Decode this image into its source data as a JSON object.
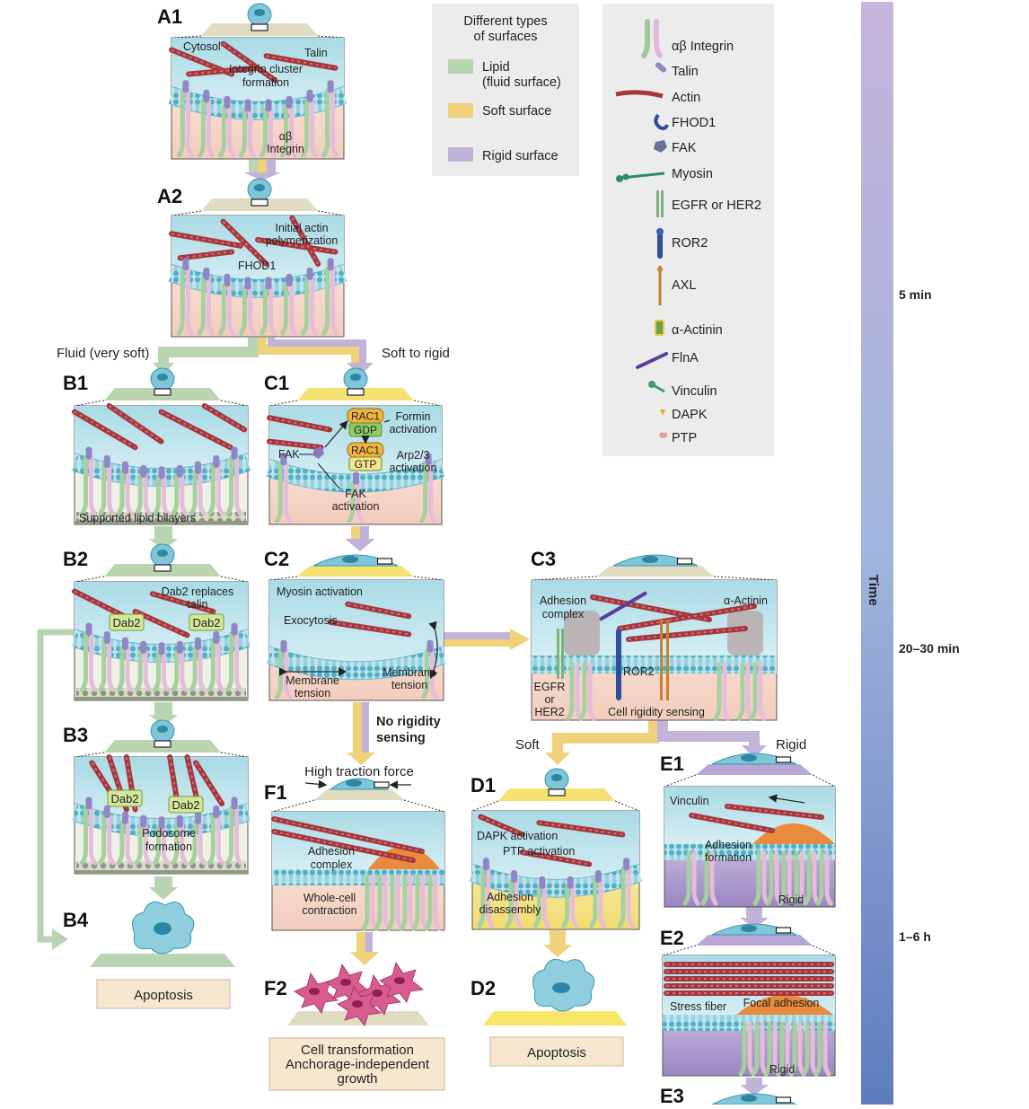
{
  "panels": {
    "a1": "A1",
    "a2": "A2",
    "b1": "B1",
    "b2": "B2",
    "b3": "B3",
    "b4": "B4",
    "c1": "C1",
    "c2": "C2",
    "c3": "C3",
    "d1": "D1",
    "d2": "D2",
    "e1": "E1",
    "e2": "E2",
    "e3": "E3",
    "f1": "F1",
    "f2": "F2"
  },
  "surface_legend": {
    "title_line1": "Different types",
    "title_line2": "of surfaces",
    "items": [
      {
        "line1": "Lipid",
        "line2": "(fluid surface)",
        "color": "#b9d4b0"
      },
      {
        "line1": "Soft surface",
        "line2": "",
        "color": "#efd27a"
      },
      {
        "line1": "Rigid surface",
        "line2": "",
        "color": "#c2b4d9"
      }
    ]
  },
  "molecule_legend": [
    "αβ Integrin",
    "Talin",
    "Actin",
    "FHOD1",
    "FAK",
    "Myosin",
    "EGFR or HER2",
    "ROR2",
    "AXL",
    "α-Actinin",
    "FlnA",
    "Vinculin",
    "DAPK",
    "PTP"
  ],
  "timeline": {
    "title": "Time",
    "marks": [
      "5 min",
      "20–30 min",
      "1–6 h"
    ]
  },
  "branches": {
    "fluid": "Fluid (very soft)",
    "soft_to_rigid": "Soft to rigid",
    "no_rigidity_1": "No rigidity",
    "no_rigidity_2": "sensing",
    "soft": "Soft",
    "rigid": "Rigid"
  },
  "labels": {
    "a1_cytosol": "Cytosol",
    "a1_talin": "Talin",
    "a1_cluster_1": "Integrin cluster",
    "a1_cluster_2": "formation",
    "a1_integrin_1": "αβ",
    "a1_integrin_2": "Integrin",
    "a2_poly_1": "Initial actin",
    "a2_poly_2": "polymerization",
    "a2_fhod1": "FHOD1",
    "b1_slb": "Supported lipid bilayers",
    "b2_dab2_replace_1": "Dab2 replaces",
    "b2_dab2_replace_2": "talin",
    "dab2": "Dab2",
    "b3_podosome_1": "Podosome",
    "b3_podosome_2": "formation",
    "c1_rac1": "RAC1",
    "c1_gdp": "GDP",
    "c1_gtp": "GTP",
    "c1_formin_1": "Formin",
    "c1_formin_2": "activation",
    "c1_arp_1": "Arp2/3",
    "c1_arp_2": "activation",
    "c1_fak": "FAK",
    "c1_fak_act_1": "FAK",
    "c1_fak_act_2": "activation",
    "c2_myosin": "Myosin activation",
    "c2_exocytosis": "Exocytosis",
    "c2_membrane_1": "Membrane",
    "c2_membrane_2": "tension",
    "c3_adhesion_1": "Adhesion",
    "c3_adhesion_2": "complex",
    "c3_actinin": "α-Actinin",
    "c3_egfr_1": "EGFR",
    "c3_egfr_2": "or",
    "c3_egfr_3": "HER2",
    "c3_ror2": "ROR2",
    "c3_sensing": "Cell rigidity sensing",
    "f1_traction": "High traction force",
    "f1_adhesion_1": "Adhesion",
    "f1_adhesion_2": "complex",
    "f1_contraction_1": "Whole-cell",
    "f1_contraction_2": "contraction",
    "d1_dapk": "DAPK activation",
    "d1_ptp": "PTP activation",
    "d1_disassembly_1": "Adhesion",
    "d1_disassembly_2": "disassembly",
    "e1_vinculin": "Vinculin",
    "e1_adhesion_1": "Adhesion",
    "e1_adhesion_2": "formation",
    "rigid": "Rigid",
    "e2_stress": "Stress fiber",
    "e2_focal": "Focal adhesion"
  },
  "outcomes": {
    "b4": "Apoptosis",
    "d2": "Apoptosis",
    "f2_line1": "Cell transformation",
    "f2_line2": "Anchorage-independent",
    "f2_line3": "growth"
  },
  "colors": {
    "lipid": "#b9d4b0",
    "soft": "#efd27a",
    "rigid": "#c2b4d9",
    "cytosol": "#a9dbe6",
    "ecm": "#f6dccf",
    "membrane": "#5fb8cc",
    "outcome_box": "#f8e7cf"
  }
}
